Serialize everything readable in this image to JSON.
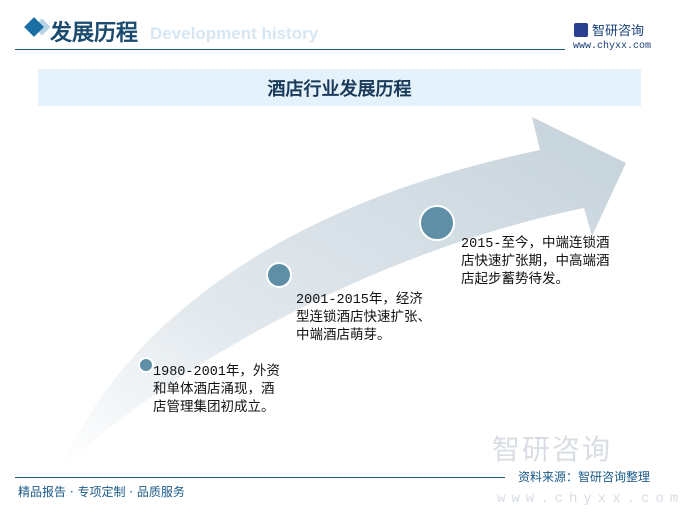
{
  "header": {
    "title": "发展历程",
    "subtitle_en": "Development history",
    "logo_text": "智研咨询",
    "logo_url": "www.chyxx.com"
  },
  "banner": {
    "title": "酒店行业发展历程"
  },
  "milestones": [
    {
      "text": "1980-2001年，外资和单体酒店涌现，酒店管理集团初成立。"
    },
    {
      "text": "2001-2015年，经济型连锁酒店快速扩张、中端酒店萌芽。"
    },
    {
      "text": "2015-至今，中端连锁酒店快速扩张期，中高端酒店起步蓄势待发。"
    }
  ],
  "footer": {
    "slogan": "精品报告 · 专项定制 · 品质服务",
    "source": "资料来源：智研咨询整理",
    "watermark": "智研咨询",
    "watermark_url": "www.chyxx.com"
  },
  "colors": {
    "accent": "#1a6fa5",
    "node": "#5e8fa6",
    "arrow": "#c9d5dd"
  }
}
